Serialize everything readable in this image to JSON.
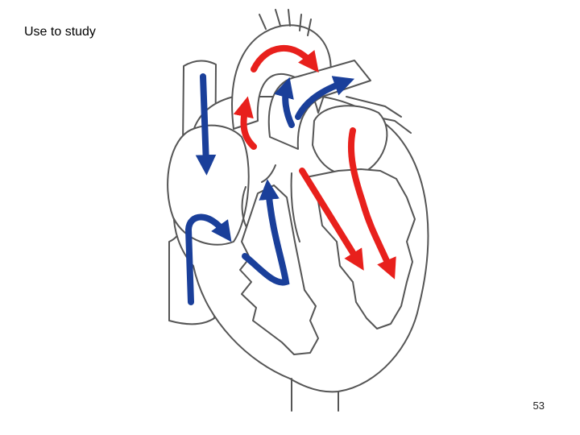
{
  "slide": {
    "title": "Use to study",
    "page_number": "53"
  },
  "diagram": {
    "subject": "heart",
    "colors": {
      "outline": "#555555",
      "oxygenated_flow": "#e8201c",
      "deoxygenated_flow": "#1a3f9a"
    }
  }
}
